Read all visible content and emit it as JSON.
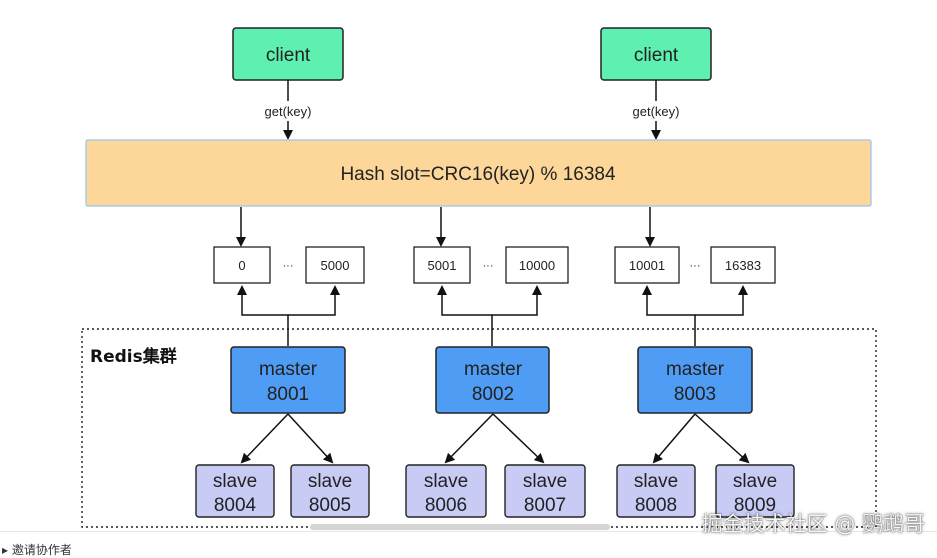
{
  "clients": [
    {
      "label": "client",
      "request": "get(key)"
    },
    {
      "label": "client",
      "request": "get(key)"
    }
  ],
  "hash_formula": "Hash slot=CRC16(key) % 16384",
  "slot_groups": [
    {
      "start": "0",
      "ellipsis": "···",
      "end": "5000"
    },
    {
      "start": "5001",
      "ellipsis": "···",
      "end": "10000"
    },
    {
      "start": "10001",
      "ellipsis": "···",
      "end": "16383"
    }
  ],
  "cluster_label": "Redis集群",
  "masters": [
    {
      "line1": "master",
      "line2": "8001",
      "slaves": [
        {
          "line1": "slave",
          "line2": "8004"
        },
        {
          "line1": "slave",
          "line2": "8005"
        }
      ]
    },
    {
      "line1": "master",
      "line2": "8002",
      "slaves": [
        {
          "line1": "slave",
          "line2": "8006"
        },
        {
          "line1": "slave",
          "line2": "8007"
        }
      ]
    },
    {
      "line1": "master",
      "line2": "8003",
      "slaves": [
        {
          "line1": "slave",
          "line2": "8008"
        },
        {
          "line1": "slave",
          "line2": "8009"
        }
      ]
    }
  ],
  "footer": {
    "invite": "邀请协作者",
    "watermark": "掘金技术社区 @ 鹦鹉哥"
  },
  "colors": {
    "client_fill": "#5ef0b0",
    "hash_fill": "#fdd79a",
    "hash_border": "#a9cbe8",
    "master_fill": "#4f9cf5",
    "slave_fill": "#c8ccf5"
  }
}
